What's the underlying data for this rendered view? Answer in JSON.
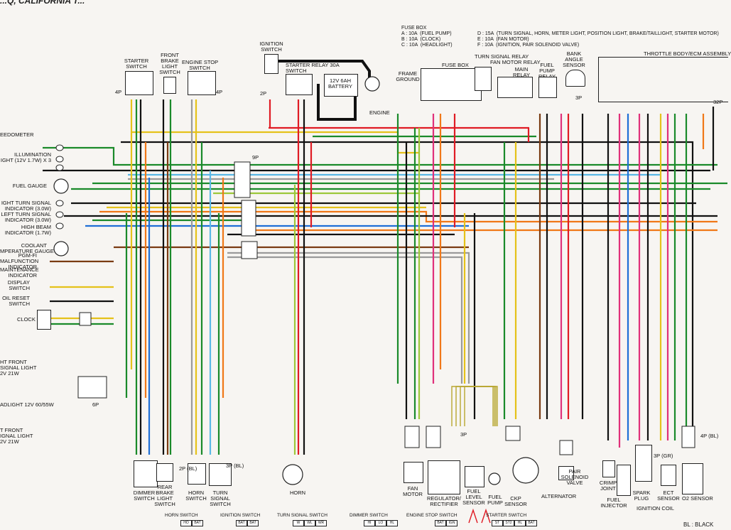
{
  "page": {
    "title": "...Q, CALIFORNIA T..."
  },
  "components": {
    "starter_switch": "STARTER\nSWITCH",
    "front_brake_light_switch": "FRONT\nBRAKE\nLIGHT\nSWITCH",
    "engine_stop_switch": "ENGINE STOP\nSWITCH",
    "ignition_switch": "IGNITION\nSWITCH",
    "starter_relay_switch": "STARTER RELAY 30A\nSWITCH",
    "battery": "12V 6AH\nBATTERY",
    "frame_ground": "FRAME\nGROUND",
    "engine": "ENGINE",
    "fuse_box": "FUSE BOX",
    "turn_signal_relay": "TURN SIGNAL RELAY",
    "fan_motor_relay": "FAN MOTOR RELAY",
    "main_relay": "MAIN\nRELAY",
    "fuel_pump_relay": "FUEL\nPUMP\nRELAY",
    "bank_angle_sensor": "BANK\nANGLE\nSENSOR",
    "throttle_body": "THROTTLE BODY/ECM ASSEMBLY",
    "speedometer": "EEDOMETER",
    "illumination": "ILLUMINATION\nIGHT (12V 1.7W) x 3",
    "fuel_gauge": "FUEL GAUGE",
    "right_turn_indicator": "IGHT TURN SIGNAL\nINDICATOR (3.0W)",
    "left_turn_indicator": "LEFT TURN SIGNAL\nINDICATOR (3.0W)",
    "high_beam_indicator": "HIGH BEAM\nINDICATOR (1.7W)",
    "coolant_gauge": "COOLANT\nMPERATURE GAUGE",
    "pgm_fi": "PGM-FI\nMALFUNCTION\nINDICATOR",
    "maintenance_indicator": "MAINTENANCE\nINDICATOR",
    "display_switch": "DISPLAY\nSWITCH",
    "oil_reset_switch": "OIL RESET\nSWITCH",
    "clock": "CLOCK",
    "front_turn_light_r": "HT FRONT\nSIGNAL LIGHT\n2V 21W",
    "headlight": "ADLIGHT 12V 60/55W",
    "front_turn_light_l": "T FRONT\nIGNAL LIGHT\n2V 21W",
    "dimmer_switch": "DIMMER\nSWITCH",
    "rear_brake_switch": "REAR\nBRAKE\nLIGHT\nSWITCH",
    "horn_switch": "HORN\nSWITCH",
    "turn_signal_switch": "TURN\nSIGNAL\nSWITCH",
    "horn": "HORN",
    "fan_motor": "FAN\nMOTOR",
    "regulator": "REGULATOR/\nRECTIFIER",
    "fuel_level_sensor": "FUEL\nLEVEL\nSENSOR",
    "fuel_pump": "FUEL\nPUMP",
    "ckp_sensor": "CKP\nSENSOR",
    "alternator": "ALTERNATOR",
    "pair_valve": "PAIR\nSOLENOID\nVALVE",
    "crimp_joint": "CRIMP\nJOINT",
    "fuel_injector": "FUEL\nINJECTOR",
    "spark_plug": "SPARK\nPLUG",
    "ignition_coil": "IGNITION COIL",
    "ect_sensor": "ECT\nSENSOR",
    "o2_sensor": "O2 SENSOR"
  },
  "fuse_list": {
    "a": "A : 10A  (FUEL PUMP)",
    "b": "B : 10A  (CLOCK)",
    "c": "C : 10A  (HEADLIGHT)",
    "d": "D : 15A  (TURN SIGNAL, HORN, METER LIGHT, POSITION LIGHT, BRAKE/TAILLIGHT, STARTER MOTOR)",
    "e": "E : 10A  (FAN MOTOR)",
    "f": "F : 10A  (IGNITION, PAIR SOLENOID VALVE)"
  },
  "connectors": {
    "c9p": "9P",
    "c4p_a": "4P",
    "c4p_b": "4P",
    "c2p": "2P",
    "c32p": "32P",
    "c6p": "6P",
    "c2p_bl": "2P (Bl)",
    "c3p_bl": "3P (Bl)",
    "c3p_gr": "3P (Gr)",
    "c4p_bl": "4P (Bl)",
    "c3p": "3P",
    "c3p_r": "3P"
  },
  "legend": {
    "horn_switch": "HORN SWITCH",
    "horn_cols": [
      "HO",
      "BAT"
    ],
    "ignition_switch": "IGNITION SWITCH",
    "ignition_cols": [
      "BAT",
      "BAT"
    ],
    "turn_signal_switch": "TURN SIGNAL SWITCH",
    "turn_cols": [
      "W",
      "WL",
      "WR"
    ],
    "dimmer_switch": "DIMMER SWITCH",
    "dimmer_cols": [
      "HI",
      "LO",
      "HL"
    ],
    "engine_stop_switch": "ENGINE STOP SWITCH",
    "engine_stop_cols": [
      "BAT",
      "IGN"
    ],
    "starter_switch": "STARTER SWITCH",
    "starter_cols": [
      "ST",
      "ST2",
      "HL",
      "BAT"
    ],
    "color_key": "Bl : BLACK"
  },
  "colors": {
    "black": "#111111",
    "red": "#e01b24",
    "green": "#1a8a2a",
    "lightgreen": "#9cc83a",
    "yellow": "#e5c21a",
    "blue": "#1f6fd6",
    "lightblue": "#5ab8e6",
    "orange": "#f07818",
    "pink": "#e0307a",
    "brown": "#7a3b12",
    "gray": "#9a9a9a",
    "white": "#ffffff"
  }
}
